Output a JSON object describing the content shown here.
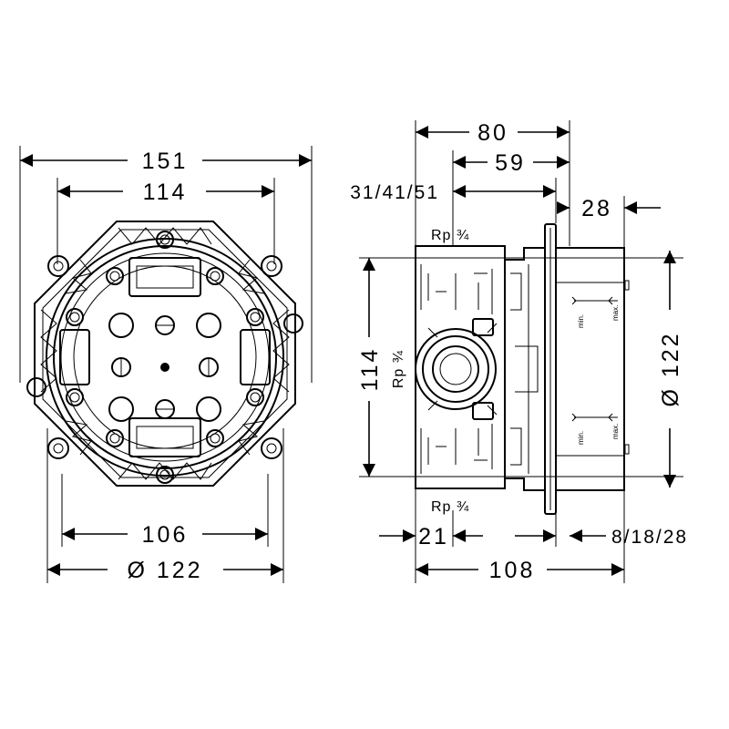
{
  "front_view": {
    "dims": {
      "overall_width": "151",
      "inner_width": "114",
      "bottom_width": "106",
      "bottom_diameter": "Ø 122"
    }
  },
  "side_view": {
    "dims": {
      "top_80": "80",
      "top_59": "59",
      "variants": "31/41/51",
      "plate_28": "28",
      "height_114": "114",
      "diameter_122": "Ø 122",
      "offset_21": "21",
      "depth_108": "108",
      "cover_range": "8/18/28"
    },
    "threads": {
      "top": "Rp ¾",
      "middle": "Rp ¾",
      "bottom": "Rp ¾"
    },
    "markings": {
      "min_top": "min.",
      "max_top": "max.",
      "min_bottom": "min.",
      "max_bottom": "max."
    }
  }
}
